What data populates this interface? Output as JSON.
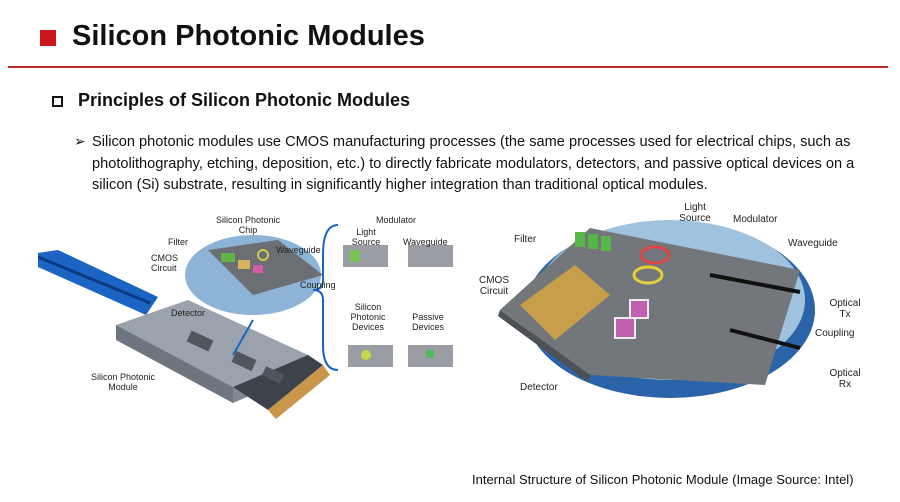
{
  "header": {
    "title": "Silicon Photonic Modules"
  },
  "section": {
    "heading": "Principles of Silicon Photonic Modules"
  },
  "bullet": {
    "marker": "➢",
    "text": "Silicon photonic modules use CMOS manufacturing processes (the same processes used for electrical chips, such as photolithography, etching, deposition, etc.) to directly fabricate modulators, detectors, and passive optical devices on a silicon (Si) substrate, resulting in significantly higher integration than traditional optical modules."
  },
  "left_figure": {
    "module_label": "Silicon Photonic\nModule",
    "chip_label": "Silicon Photonic\nChip",
    "filter": "Filter",
    "cmos": "CMOS\nCircuit",
    "waveguide": "Waveguide",
    "detector": "Detector",
    "coupling": "Coupling",
    "modulator_title": "Modulator",
    "light_source": "Light\nSource",
    "modulator_waveguide": "Waveguide",
    "si_devices": "Silicon\nPhotonic\nDevices",
    "passive_devices": "Passive\nDevices"
  },
  "right_figure": {
    "light_source": "Light\nSource",
    "modulator": "Modulator",
    "filter": "Filter",
    "waveguide": "Waveguide",
    "cmos": "CMOS\nCircuit",
    "optical_tx": "Optical\nTx",
    "coupling": "Coupling",
    "optical_rx": "Optical\nRx",
    "detector": "Detector"
  },
  "caption": "Internal Structure of Silicon Photonic Module (Image Source: Intel)"
}
